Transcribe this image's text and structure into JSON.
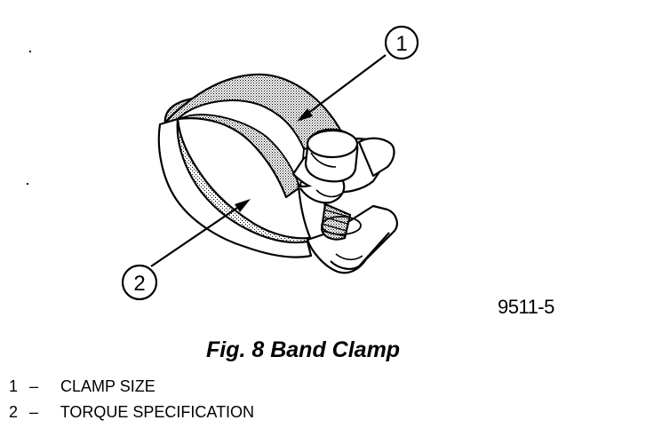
{
  "callouts": [
    {
      "number": "1"
    },
    {
      "number": "2"
    }
  ],
  "figure_code": "9511-5",
  "caption": "Fig. 8 Band Clamp",
  "legend": [
    {
      "number": "1",
      "dash": "–",
      "text": "CLAMP SIZE"
    },
    {
      "number": "2",
      "dash": "–",
      "text": "TORQUE SPECIFICATION"
    }
  ]
}
